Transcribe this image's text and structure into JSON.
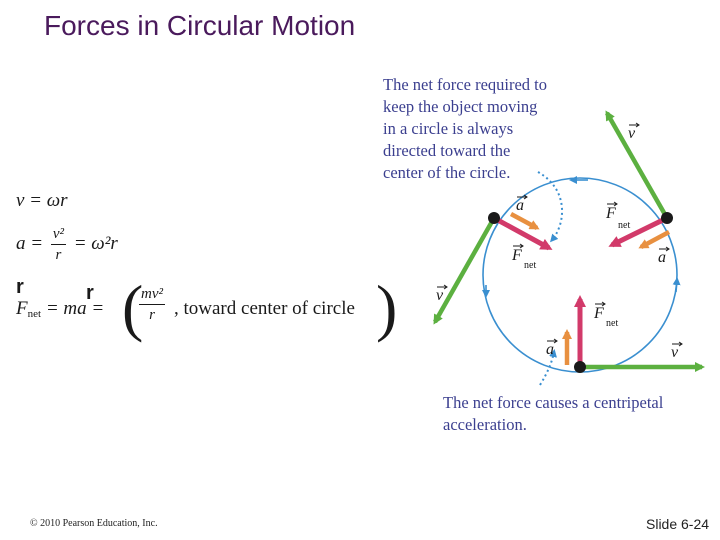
{
  "slide": {
    "title": "Forces in Circular Motion",
    "copyright": "© 2010 Pearson Education, Inc.",
    "slide_number": "Slide 6-24"
  },
  "equations": {
    "eq1": "v = ωr",
    "eq2_lhs": "a =",
    "eq2_num": "v²",
    "eq2_den": "r",
    "eq2_rhs": "= ω²r",
    "vector_mark_f": "r",
    "vector_mark_a": "r",
    "eq3_f": "F",
    "eq3_f_sub": "net",
    "eq3_mid": "= ma =",
    "eq3_num": "mv²",
    "eq3_den": "r",
    "eq3_tail": ", toward center of circle"
  },
  "annotations": {
    "top_lines": [
      "The net force required to",
      "keep the object moving",
      "in a circle is always",
      "directed toward the",
      "center of the circle."
    ],
    "bottom_lines": [
      "The net force causes a centripetal",
      "acceleration."
    ]
  },
  "diagram_labels": {
    "v": "v",
    "a": "a",
    "F": "F",
    "net": "net"
  },
  "colors": {
    "title": "#4a1a5c",
    "velocity": "#5cb040",
    "force": "#d23a6a",
    "acceleration": "#e89040",
    "circle": "#3a8fd0",
    "note_text": "#3b3f8f"
  }
}
